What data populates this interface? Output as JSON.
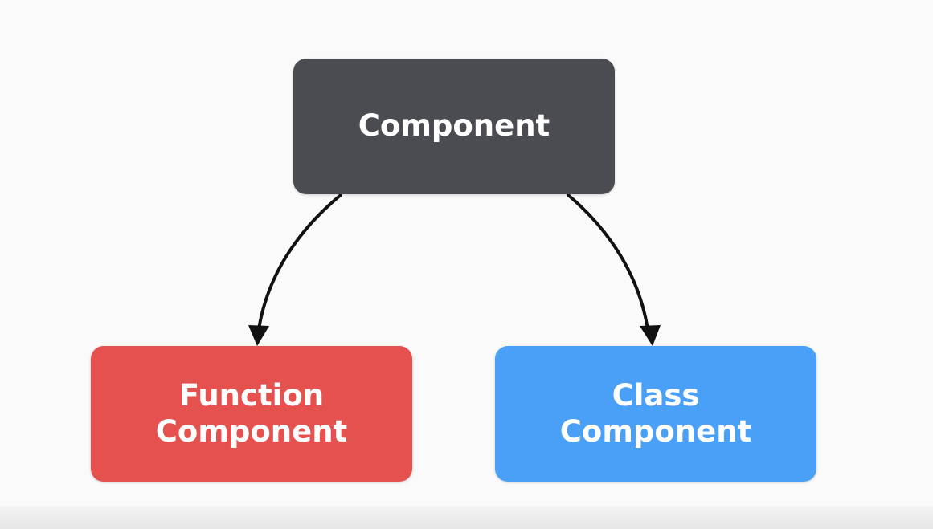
{
  "diagram": {
    "nodes": [
      {
        "id": "root",
        "label": "Component",
        "color": "#4a4c51"
      },
      {
        "id": "function",
        "label": "Function\nComponent",
        "color": "#e5514e"
      },
      {
        "id": "class",
        "label": "Class\nComponent",
        "color": "#4a9ff7"
      }
    ],
    "edges": [
      {
        "from": "root",
        "to": "function"
      },
      {
        "from": "root",
        "to": "class"
      }
    ]
  }
}
